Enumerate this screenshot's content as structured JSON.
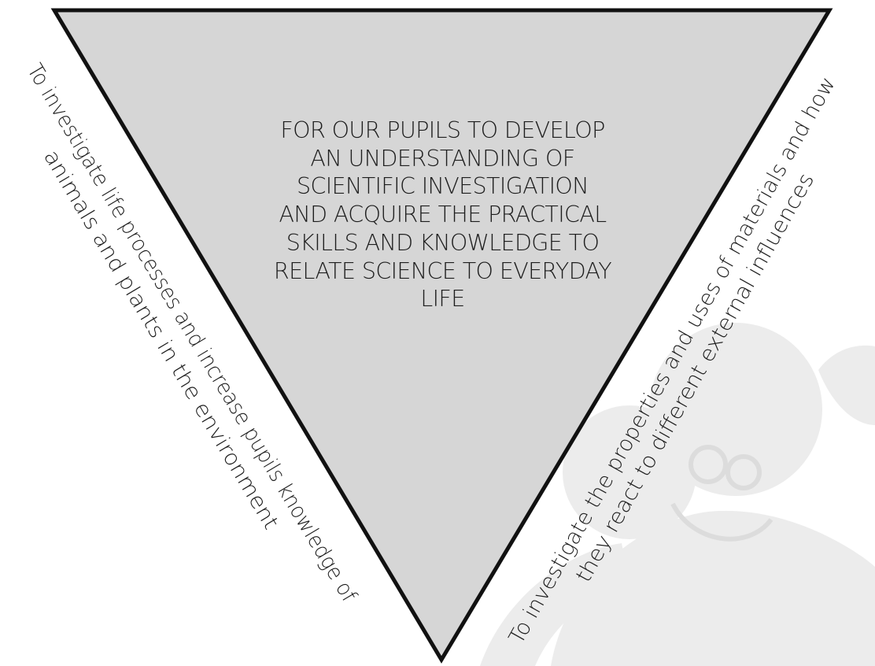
{
  "diagram": {
    "central_lines": [
      "FOR OUR PUPILS TO DEVELOP",
      "AN UNDERSTANDING OF",
      "SCIENTIFIC INVESTIGATION",
      "AND ACQUIRE THE PRACTICAL",
      "SKILLS AND KNOWLEDGE TO",
      "RELATE SCIENCE TO EVERYDAY",
      "LIFE"
    ],
    "left_side": {
      "line1": "To investigate life processes and increase pupils knowledge of",
      "line2": "animals and plants in the environment"
    },
    "right_side": {
      "line1": "To investigate the properties and uses of materials and how",
      "line2": "they react to different external influences"
    },
    "colors": {
      "triangle_fill": "#d6d6d6",
      "triangle_stroke": "#111111",
      "text": "#1e1e1e",
      "watermark": "#ececec"
    },
    "watermark_icon": "smiling-monkey-mascot-icon"
  }
}
